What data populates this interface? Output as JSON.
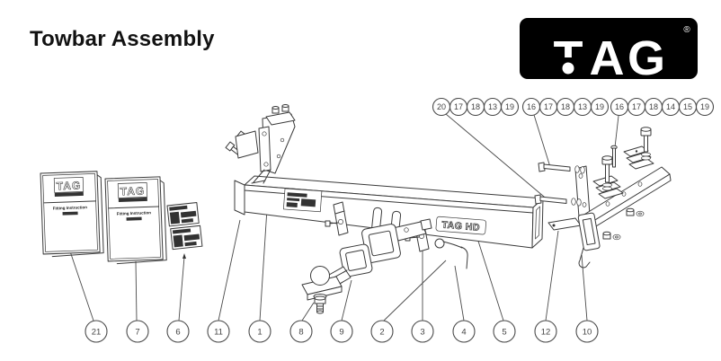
{
  "page": {
    "title": "Towbar Assembly"
  },
  "logo": {
    "letters": [
      "T",
      "A",
      "G"
    ],
    "registered": "®"
  },
  "beam": {
    "brand": "TAG HD"
  },
  "booklets": [
    {
      "logo": "TAG",
      "title": "Fitting Instruction"
    },
    {
      "logo": "TAG",
      "title": "Fitting Instruction"
    }
  ],
  "callouts": {
    "top_groups": [
      {
        "items": [
          "20",
          "17",
          "18",
          "13",
          "19"
        ]
      },
      {
        "items": [
          "16",
          "17",
          "18",
          "13",
          "19"
        ]
      },
      {
        "items": [
          "16",
          "17",
          "18",
          "14",
          "15",
          "19"
        ]
      }
    ],
    "bottom": [
      "21",
      "7",
      "6",
      "11",
      "1",
      "8",
      "9",
      "2",
      "3",
      "4",
      "5",
      "12",
      "10"
    ]
  }
}
